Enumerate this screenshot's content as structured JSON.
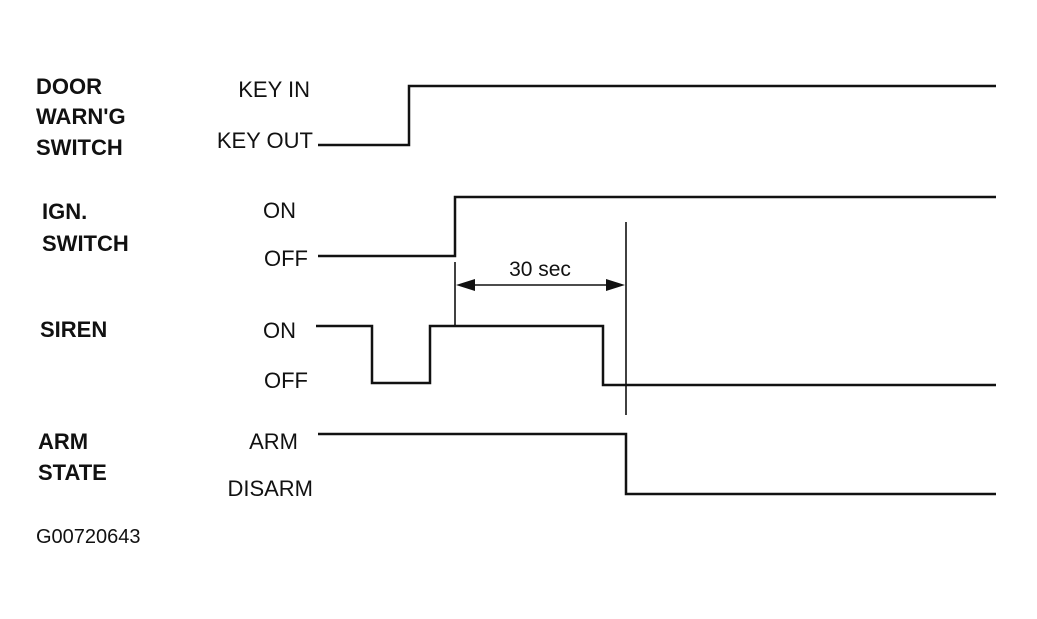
{
  "signals": [
    {
      "id": "door",
      "name_lines": [
        "DOOR",
        "WARN'G",
        "SWITCH"
      ],
      "high_state": "KEY IN",
      "low_state": "KEY OUT"
    },
    {
      "id": "ign",
      "name_lines": [
        "IGN.",
        "SWITCH"
      ],
      "high_state": "ON",
      "low_state": "OFF"
    },
    {
      "id": "siren",
      "name_lines": [
        "SIREN"
      ],
      "high_state": "ON",
      "low_state": "OFF"
    },
    {
      "id": "arm",
      "name_lines": [
        "ARM",
        "STATE"
      ],
      "high_state": "ARM",
      "low_state": "DISARM"
    }
  ],
  "interval": {
    "label": "30 sec"
  },
  "figure_id": "G00720643"
}
